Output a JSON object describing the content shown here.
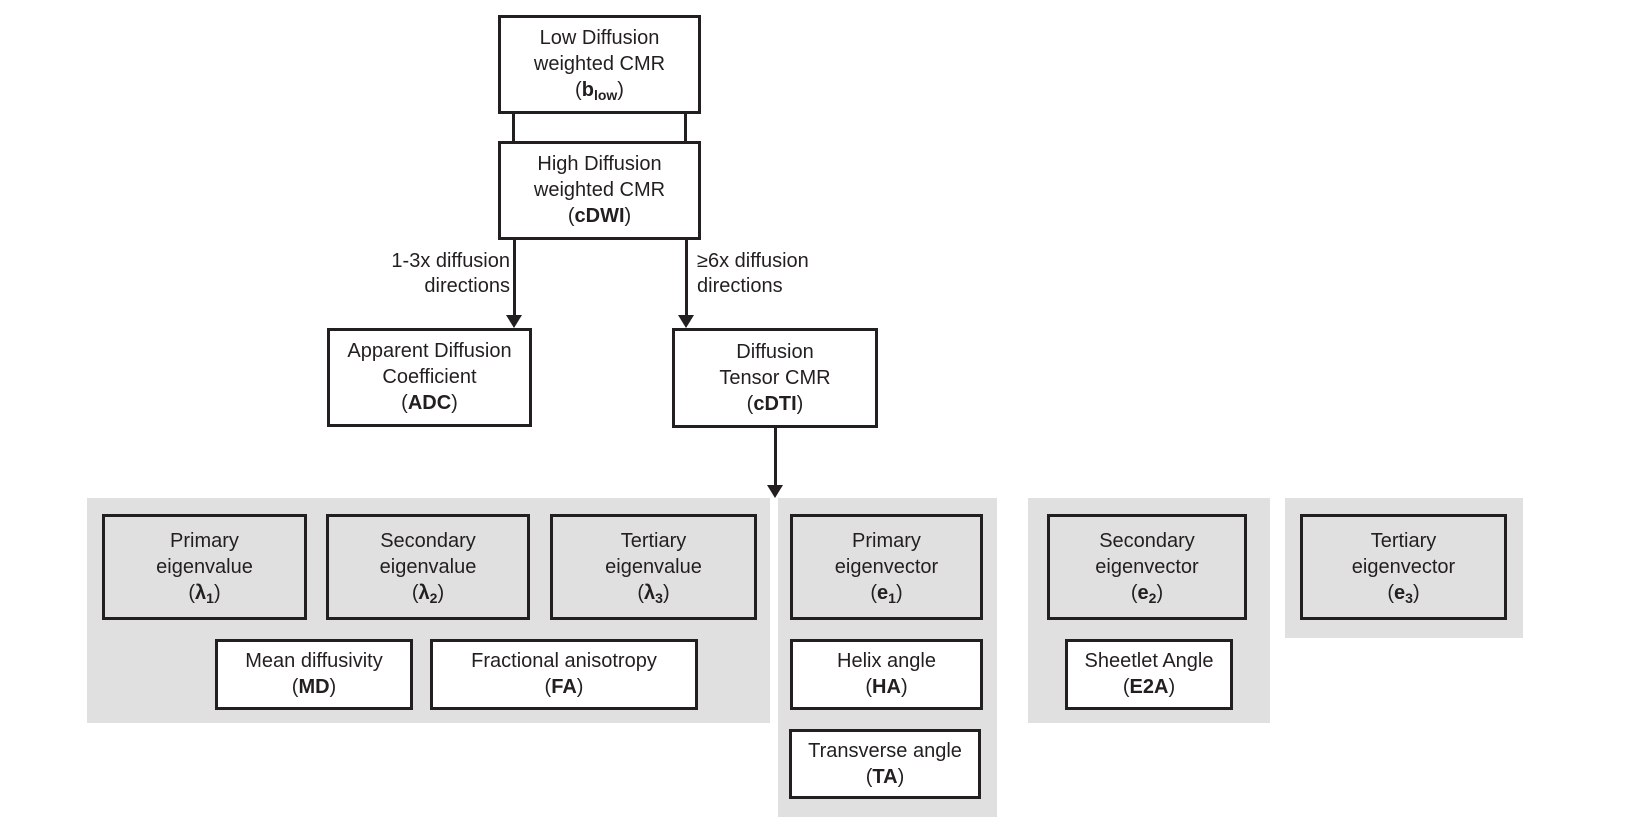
{
  "figure": {
    "title": "Diffusion weighted CMR parameter flowchart"
  },
  "punct": {
    "open": "(",
    "close": ")"
  },
  "colors": {
    "background": "#ffffff",
    "panel_bg": "#e0e0e0",
    "box_bg": "#ffffff",
    "border": "#231f20",
    "text": "#231f20"
  },
  "nodes": {
    "blow": {
      "lines": [
        "Low Diffusion",
        "weighted CMR"
      ],
      "symbol": "b",
      "sub": "low"
    },
    "cdwi": {
      "lines": [
        "High Diffusion",
        "weighted CMR"
      ],
      "symbol": "cDWI",
      "sub": ""
    },
    "adc": {
      "lines": [
        "Apparent Diffusion",
        "Coefficient"
      ],
      "symbol": "ADC",
      "sub": ""
    },
    "cdti": {
      "lines": [
        "Diffusion",
        "Tensor CMR"
      ],
      "symbol": "cDTI",
      "sub": ""
    },
    "lambda1": {
      "lines": [
        "Primary",
        "eigenvalue"
      ],
      "symbol": "λ",
      "sub": "1"
    },
    "lambda2": {
      "lines": [
        "Secondary",
        "eigenvalue"
      ],
      "symbol": "λ",
      "sub": "2"
    },
    "lambda3": {
      "lines": [
        "Tertiary",
        "eigenvalue"
      ],
      "symbol": "λ",
      "sub": "3"
    },
    "e1": {
      "lines": [
        "Primary",
        "eigenvector"
      ],
      "symbol": "e",
      "sub": "1"
    },
    "e2": {
      "lines": [
        "Secondary",
        "eigenvector"
      ],
      "symbol": "e",
      "sub": "2"
    },
    "e3": {
      "lines": [
        "Tertiary",
        "eigenvector"
      ],
      "symbol": "e",
      "sub": "3"
    },
    "md": {
      "lines": [
        "Mean diffusivity"
      ],
      "symbol": "MD",
      "sub": ""
    },
    "fa": {
      "lines": [
        "Fractional anisotropy"
      ],
      "symbol": "FA",
      "sub": ""
    },
    "ha": {
      "lines": [
        "Helix angle"
      ],
      "symbol": "HA",
      "sub": ""
    },
    "ta": {
      "lines": [
        "Transverse angle"
      ],
      "symbol": "TA",
      "sub": ""
    },
    "e2a": {
      "lines": [
        "Sheetlet Angle"
      ],
      "symbol": "E2A",
      "sub": ""
    }
  },
  "edges": {
    "left_label": {
      "line1": "1-3x diffusion",
      "line2": "directions"
    },
    "right_label": {
      "line1": "≥6x diffusion",
      "line2": "directions"
    }
  }
}
